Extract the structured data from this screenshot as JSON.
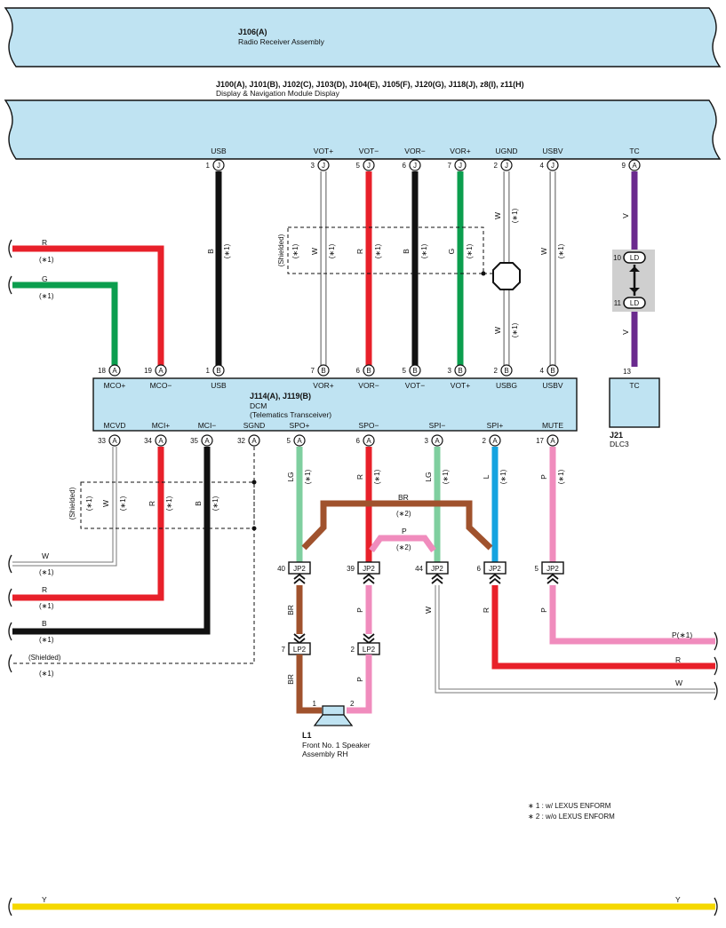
{
  "colors": {
    "red": "#e8202a",
    "green": "#0b9e4e",
    "black": "#111111",
    "white_wire": "#9a9a9a",
    "violet": "#6a2a8e",
    "brown": "#a0522d",
    "pink": "#f08cbd",
    "light_green": "#7fcf9f",
    "blue": "#14a3e0",
    "yellow": "#f5d800",
    "module_fill": "#bfe3f2",
    "grey_connector": "#cfcfcf"
  },
  "modules": {
    "radio": {
      "id": "J106(A)",
      "name": "Radio Receiver Assembly"
    },
    "display": {
      "id": "J100(A), J101(B), J102(C), J103(D), J104(E), J105(F), J120(G), J118(J), z8(I), z11(H)",
      "name": "Display & Navigation Module Display"
    },
    "dcm": {
      "id": "J114(A), J119(B)",
      "name": "DCM",
      "sub": "(Telematics Transceiver)"
    },
    "dlc3": {
      "id": "J21",
      "name": "DLC3",
      "pin": "13",
      "pin_label": "TC"
    },
    "speaker": {
      "id": "L1",
      "name": "Front No. 1 Speaker",
      "name2": "Assembly RH",
      "pin1": "1",
      "pin2": "2"
    }
  },
  "display_pins": [
    {
      "label": "USB",
      "num": "1",
      "conn": "J"
    },
    {
      "label": "VOT+",
      "num": "3",
      "conn": "J"
    },
    {
      "label": "VOT−",
      "num": "5",
      "conn": "J"
    },
    {
      "label": "VOR−",
      "num": "6",
      "conn": "J"
    },
    {
      "label": "VOR+",
      "num": "7",
      "conn": "J"
    },
    {
      "label": "UGND",
      "num": "2",
      "conn": "J"
    },
    {
      "label": "USBV",
      "num": "4",
      "conn": "J"
    },
    {
      "label": "TC",
      "num": "9",
      "conn": "A"
    }
  ],
  "dcm_top_pins": [
    {
      "label": "MCO+",
      "num": "18",
      "conn": "A"
    },
    {
      "label": "MCO−",
      "num": "19",
      "conn": "A"
    },
    {
      "label": "USB",
      "num": "1",
      "conn": "B"
    },
    {
      "label": "VOR+",
      "num": "7",
      "conn": "B"
    },
    {
      "label": "VOR−",
      "num": "6",
      "conn": "B"
    },
    {
      "label": "VOT−",
      "num": "5",
      "conn": "B"
    },
    {
      "label": "VOT+",
      "num": "3",
      "conn": "B"
    },
    {
      "label": "USBG",
      "num": "2",
      "conn": "B"
    },
    {
      "label": "USBV",
      "num": "4",
      "conn": "B"
    }
  ],
  "dcm_bottom_pins": [
    {
      "label": "MCVD",
      "num": "33",
      "conn": "A"
    },
    {
      "label": "MCI+",
      "num": "34",
      "conn": "A"
    },
    {
      "label": "MCI−",
      "num": "35",
      "conn": "A"
    },
    {
      "label": "SGND",
      "num": "32",
      "conn": "A"
    },
    {
      "label": "SPO+",
      "num": "5",
      "conn": "A"
    },
    {
      "label": "SPO−",
      "num": "6",
      "conn": "A"
    },
    {
      "label": "SPI−",
      "num": "3",
      "conn": "A"
    },
    {
      "label": "SPI+",
      "num": "2",
      "conn": "A"
    },
    {
      "label": "MUTE",
      "num": "17",
      "conn": "A"
    }
  ],
  "junctions": {
    "jp2_name": "JP2",
    "lp2_name": "LP2",
    "ld_name": "LD",
    "jp2_pins": [
      "40",
      "39",
      "44",
      "6",
      "5"
    ],
    "lp2_pins": [
      "7",
      "2"
    ],
    "ld_pins": [
      "10",
      "11"
    ]
  },
  "wire_labels": {
    "R": "R",
    "G": "G",
    "B": "B",
    "W": "W",
    "V": "V",
    "LG": "LG",
    "L": "L",
    "P": "P",
    "BR": "BR",
    "Y": "Y",
    "P1": "P(∗1)"
  },
  "notes": {
    "shielded": "(Shielded)",
    "n1": "(∗1)",
    "n2": "(∗2)",
    "legend1": "∗ 1 : w/ LEXUS ENFORM",
    "legend2": "∗ 2 : w/o LEXUS ENFORM"
  }
}
